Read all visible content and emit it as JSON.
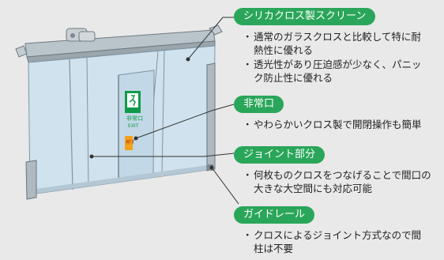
{
  "colors": {
    "background": "#e9e9e9",
    "label_green": "#2aa65a",
    "screen_fill": "#cfe2ee",
    "exit_sign": "#0e9a4a",
    "sticker": "#f2a218"
  },
  "labels": {
    "screen": {
      "title": "シリカクロス製スクリーン",
      "bullets": [
        "通常のガラスクロスと比較して特に耐熱性に優れる",
        "透光性があり圧迫感が少なく、パニック防止性に優れる"
      ]
    },
    "exit": {
      "title": "非常口",
      "bullets": [
        "やわらかいクロス製で開閉操作も簡単"
      ]
    },
    "joint": {
      "title": "ジョイント部分",
      "bullets": [
        "何枚ものクロスをつなげることで間口の大きな大空間にも対応可能"
      ]
    },
    "rail": {
      "title": "ガイドレール",
      "bullets": [
        "クロスによるジョイント方式なので間柱は不要"
      ]
    }
  },
  "illustration": {
    "exit_sign_text": "非常口",
    "exit_sign_subtext": "EXIT",
    "sticker_text": "押す"
  }
}
